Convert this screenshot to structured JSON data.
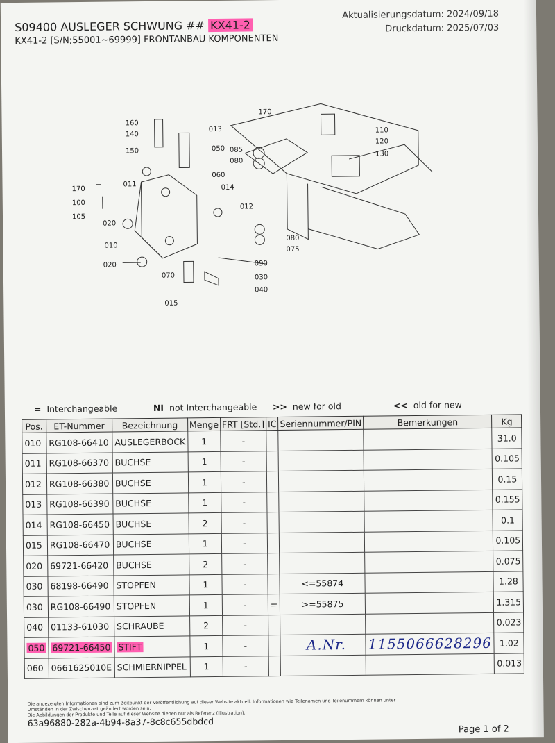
{
  "header": {
    "title_prefix": "S09400 AUSLEGER SCHWUNG ##",
    "title_model": "KX41-2",
    "subtitle": "KX41-2 [S/N;55001~69999] FRONTANBAU KOMPONENTEN",
    "update_date": "Aktualisierungsdatum: 2024/09/18",
    "print_date": "Druckdatum: 2025/07/03"
  },
  "diagram": {
    "callouts": [
      "160",
      "140",
      "150",
      "013",
      "050",
      "085",
      "080",
      "060",
      "014",
      "012",
      "170",
      "011",
      "100",
      "105",
      "020",
      "010",
      "020",
      "070",
      "015",
      "030",
      "040",
      "090",
      "080",
      "075",
      "170",
      "110",
      "120",
      "130"
    ]
  },
  "legend": {
    "interchangeable_symbol": "=",
    "interchangeable": "Interchangeable",
    "not_interchangeable_symbol": "NI",
    "not_interchangeable": "not Interchangeable",
    "new_for_old_symbol": ">>",
    "new_for_old": "new for old",
    "old_for_new_symbol": "<<",
    "old_for_new": "old for new"
  },
  "table": {
    "headers": [
      "Pos.",
      "ET-Nummer",
      "Bezeichnung",
      "Menge",
      "FRT [Std.]",
      "IC",
      "Seriennummer/PIN",
      "Bemerkungen",
      "Kg"
    ],
    "rows": [
      {
        "pos": "010",
        "et": "RG108-66410",
        "bez": "AUSLEGERBOCK",
        "menge": "1",
        "frt": "-",
        "ic": "",
        "sn": "",
        "bem": "",
        "kg": "31.0"
      },
      {
        "pos": "011",
        "et": "RG108-66370",
        "bez": "BUCHSE",
        "menge": "1",
        "frt": "-",
        "ic": "",
        "sn": "",
        "bem": "",
        "kg": "0.105"
      },
      {
        "pos": "012",
        "et": "RG108-66380",
        "bez": "BUCHSE",
        "menge": "1",
        "frt": "-",
        "ic": "",
        "sn": "",
        "bem": "",
        "kg": "0.15"
      },
      {
        "pos": "013",
        "et": "RG108-66390",
        "bez": "BUCHSE",
        "menge": "1",
        "frt": "-",
        "ic": "",
        "sn": "",
        "bem": "",
        "kg": "0.155"
      },
      {
        "pos": "014",
        "et": "RG108-66450",
        "bez": "BUCHSE",
        "menge": "2",
        "frt": "-",
        "ic": "",
        "sn": "",
        "bem": "",
        "kg": "0.1"
      },
      {
        "pos": "015",
        "et": "RG108-66470",
        "bez": "BUCHSE",
        "menge": "1",
        "frt": "-",
        "ic": "",
        "sn": "",
        "bem": "",
        "kg": "0.105"
      },
      {
        "pos": "020",
        "et": "69721-66420",
        "bez": "BUCHSE",
        "menge": "2",
        "frt": "-",
        "ic": "",
        "sn": "",
        "bem": "",
        "kg": "0.075"
      },
      {
        "pos": "030",
        "et": "68198-66490",
        "bez": "STOPFEN",
        "menge": "1",
        "frt": "-",
        "ic": "",
        "sn": "<=55874",
        "bem": "",
        "kg": "1.28"
      },
      {
        "pos": "030",
        "et": "RG108-66490",
        "bez": "STOPFEN",
        "menge": "1",
        "frt": "-",
        "ic": "=",
        "sn": ">=55875",
        "bem": "",
        "kg": "1.315"
      },
      {
        "pos": "040",
        "et": "01133-61030",
        "bez": "SCHRAUBE",
        "menge": "2",
        "frt": "-",
        "ic": "",
        "sn": "",
        "bem": "",
        "kg": "0.023"
      },
      {
        "pos": "050",
        "et": "69721-66450",
        "bez": "STIFT",
        "menge": "1",
        "frt": "-",
        "ic": "",
        "sn": "",
        "bem": "",
        "kg": "1.02"
      },
      {
        "pos": "060",
        "et": "0661625010E",
        "bez": "SCHMIERNIPPEL",
        "menge": "1",
        "frt": "-",
        "ic": "",
        "sn": "",
        "bem": "",
        "kg": "0.013"
      }
    ]
  },
  "handwriting": {
    "prefix": "A.Nr.",
    "number": "1155066628296"
  },
  "footer": {
    "disclaimer_1": "Die angezeigten Informationen sind zum Zeitpunkt der Veröffentlichung auf dieser Website aktuell. Informationen wie Teilenamen und Teilenummern können unter",
    "disclaimer_2": "Umständen in der Zwischenzeit geändert worden sein.",
    "disclaimer_3": "Die Abbildungen der Produkte und Teile auf dieser Website dienen nur als Referenz (Illustration).",
    "uuid": "63a96880-282a-4b94-8a37-8c8c655dbdcd",
    "page": "Page 1 of 2"
  },
  "colors": {
    "highlight": "#ff5fb0",
    "ink": "#1e2a8a",
    "paper": "#f4f5f2"
  }
}
